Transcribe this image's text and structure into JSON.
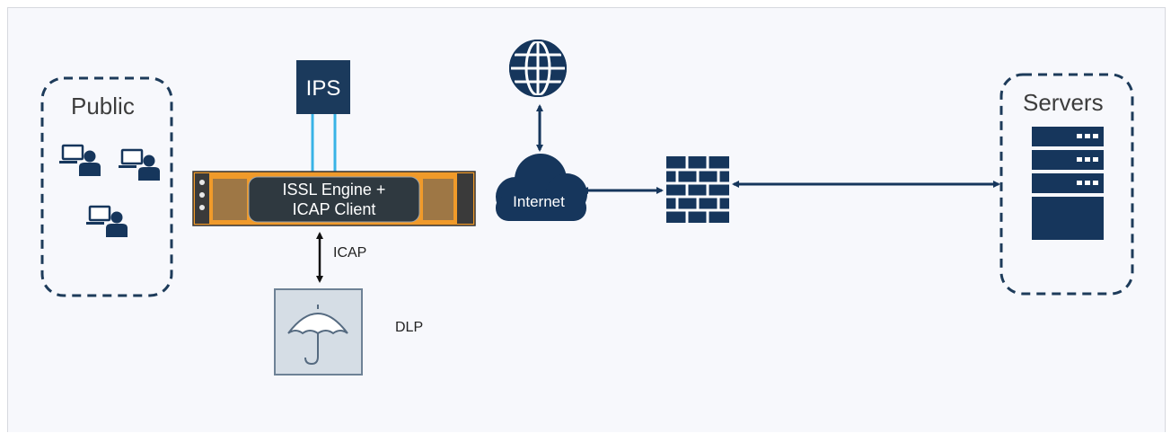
{
  "groups": {
    "public_label": "Public",
    "servers_label": "Servers"
  },
  "nodes": {
    "ips_label": "IPS",
    "engine_line1": "ISSL Engine +",
    "engine_line2": "ICAP Client",
    "internet_label": "Internet",
    "icap_label": "ICAP",
    "dlp_label": "DLP"
  },
  "icons": [
    "user-laptop-icon",
    "globe-icon",
    "cloud-icon",
    "firewall-icon",
    "server-icon",
    "umbrella-icon",
    "appliance-icon"
  ],
  "colors": {
    "navy": "#16365c",
    "dark_navy": "#1d3b5a",
    "ips_fill": "#1b3a5c",
    "ips_link": "#39b3e6",
    "appliance_orange": "#f09a2a",
    "dlp_fill": "#d5dde5",
    "dlp_border": "#6e8296"
  }
}
